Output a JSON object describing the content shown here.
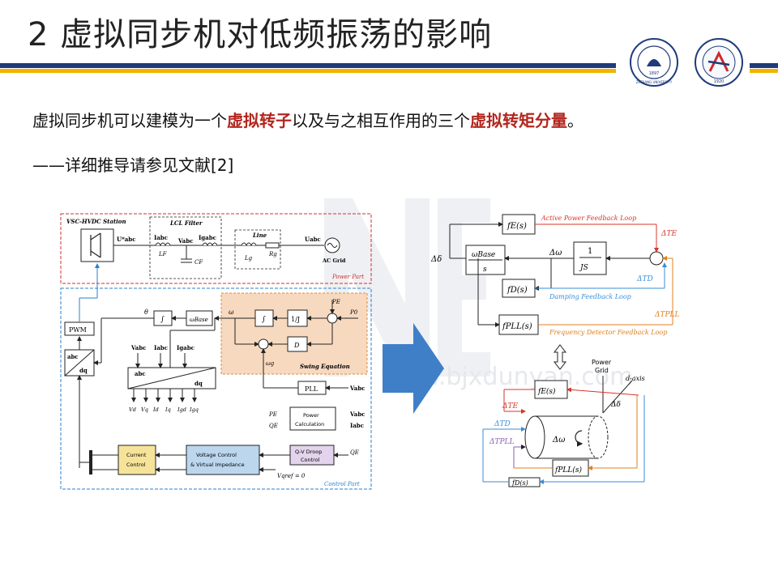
{
  "slide": {
    "title": "2 虚拟同步机对低频振荡的影响",
    "para_prefix": "虚拟同步机可以建模为一个",
    "para_em1": "虚拟转子",
    "para_mid": "以及与之相互作用的三个",
    "para_em2": "虚拟转矩分量",
    "para_suffix": "。",
    "reference": "——详细推导请参见文献[2]"
  },
  "logos": {
    "left_text": "ZHEJIANG UNIVERSITY",
    "left_year": "1897",
    "right_year": "1920"
  },
  "watermark": "www.bjxdunyan.com",
  "left_diagram": {
    "vsc_station": "VSC-HVDC Station",
    "lcl_filter": "LCL Filter",
    "line": "Line",
    "ac_grid": "AC Grid",
    "power_part": "Power Part",
    "control_part": "Control Part",
    "swing_eq": "Swing Equation",
    "pwm": "PWM",
    "abc": "abc",
    "dq": "dq",
    "pll": "PLL",
    "power_calc_1": "Power",
    "power_calc_2": "Calculation",
    "qv_1": "Q-V Droop",
    "qv_2": "Control",
    "current_1": "Current",
    "current_2": "Control",
    "voltage_1": "Voltage Control",
    "voltage_2": "& Virtual Impedance",
    "integ": "∫",
    "inv_j": "1/J",
    "d_gain": "D",
    "omega_base": "ωBase",
    "theta": "θ",
    "omega": "ω",
    "omega_g": "ωg",
    "p_e": "PE",
    "p_0": "P0",
    "q_e": "QE",
    "uabc_star": "U*abc",
    "iabc": "Iabc",
    "vabc": "Vabc",
    "igabc": "Igabc",
    "uabc": "Uabc",
    "lf": "LF",
    "cf": "CF",
    "lg": "Lg",
    "rg": "Rg",
    "vq_ref": "Vqref = 0",
    "dq_outputs": [
      "Vd",
      "Vq",
      "Id",
      "Iq",
      "Igd",
      "Igq"
    ]
  },
  "right_top": {
    "fe": "fE(s)",
    "fd": "fD(s)",
    "fpll": "fPLL(s)",
    "omega_base_s": "ωBase",
    "s": "s",
    "one": "1",
    "js": "JS",
    "delta_delta": "Δδ",
    "delta_omega": "Δω",
    "dte": "ΔTE",
    "dtd": "ΔTD",
    "dtpll": "ΔTPLL",
    "active_loop": "Active Power Feedback Loop",
    "damping_loop": "Damping Feedback Loop",
    "freq_loop": "Frequency Detector Feedback Loop"
  },
  "right_bottom": {
    "power_grid_1": "Power",
    "power_grid_2": "Grid",
    "d_axis": "d-axis",
    "delta_delta": "Δδ",
    "delta_omega": "Δω",
    "fe": "fE(s)",
    "fpll": "fPLL(s)",
    "fd": "fD(s)",
    "dte": "ΔTE",
    "dtd": "ΔTD",
    "dtpll": "ΔTPLL"
  },
  "colors": {
    "title_bar_blue": "#1f3b7a",
    "title_bar_yellow": "#f2b400",
    "emphasis_red": "#b3261e",
    "power_part_border": "#d03030",
    "control_part_border": "#2a7fd0",
    "swing_fill": "#f7d9bf",
    "current_fill": "#f6e39a",
    "voltage_fill": "#bcd6ee",
    "qv_fill": "#e4d3ec",
    "active_loop_red": "#d8342b",
    "damping_blue": "#3a8ed6",
    "freq_orange": "#e08020",
    "arrow_blue": "#3f7fc8",
    "pll_purple": "#8a5db0"
  }
}
